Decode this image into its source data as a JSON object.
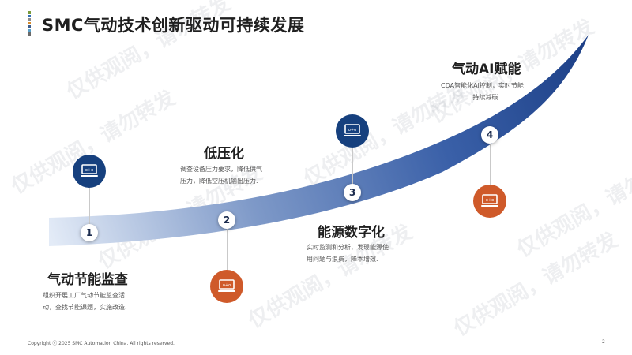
{
  "title": "SMC气动技术创新驱动可持续发展",
  "colors": {
    "blue": "#16407e",
    "orange": "#cf5a2a",
    "curve_light": "#dfe8f6",
    "curve_dark": "#16407e"
  },
  "steps": [
    {
      "number": "1",
      "title": "气动节能监查",
      "desc": [
        "组织开展工厂气动节能监查活",
        "动，查找节能课题，实施改造."
      ],
      "icon": "laptop-icon"
    },
    {
      "number": "2",
      "title": "低压化",
      "desc": [
        "调查设备压力要求，降低供气",
        "压力，降低空压机输出压力."
      ],
      "icon": "laptop-icon"
    },
    {
      "number": "3",
      "title": "能源数字化",
      "desc": [
        "实时监测和分析，发现能源使",
        "用问题与浪费，降本增效."
      ],
      "icon": "laptop-icon"
    },
    {
      "number": "4",
      "title": "气动AI赋能",
      "desc": [
        "CDA智能化AI控制，实时节能",
        "持续减碳."
      ],
      "icon": "laptop-icon"
    }
  ],
  "watermark": "仅供观阅，请勿转发",
  "footer": "Copyright ⓒ 2025 SMC Automation China. All rights reserved.",
  "page_number": "2"
}
